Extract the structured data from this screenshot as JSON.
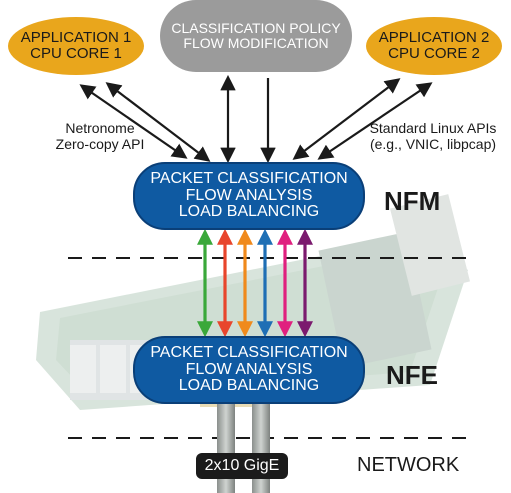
{
  "nodes": {
    "app1": {
      "line1": "APPLICATION 1",
      "line2": "CPU CORE 1"
    },
    "policy": {
      "line1": "CLASSIFICATION POLICY",
      "line2": "FLOW MODIFICATION"
    },
    "app2": {
      "line1": "APPLICATION 2",
      "line2": "CPU CORE 2"
    },
    "nfm": {
      "line1": "PACKET CLASSIFICATION",
      "line2": "FLOW ANALYSIS",
      "line3": "LOAD BALANCING",
      "tag": "NFM"
    },
    "nfe": {
      "line1": "PACKET CLASSIFICATION",
      "line2": "FLOW ANALYSIS",
      "line3": "LOAD BALANCING",
      "tag": "NFE"
    }
  },
  "annotations": {
    "left_api": {
      "line1": "Netronome",
      "line2": "Zero-copy API"
    },
    "right_api": {
      "line1": "Standard Linux APIs",
      "line2": "(e.g., VNIC, libpcap)"
    }
  },
  "network": {
    "badge": "2x10 GigE",
    "label": "NETWORK"
  },
  "colors": {
    "app": "#e9a61c",
    "policy": "#9b9b9b",
    "processor": "#0f5aa2",
    "arrows": [
      "#3aa83a",
      "#e8452c",
      "#f08a1c",
      "#1f6fb5",
      "#e0207f",
      "#7b1a6e"
    ]
  }
}
